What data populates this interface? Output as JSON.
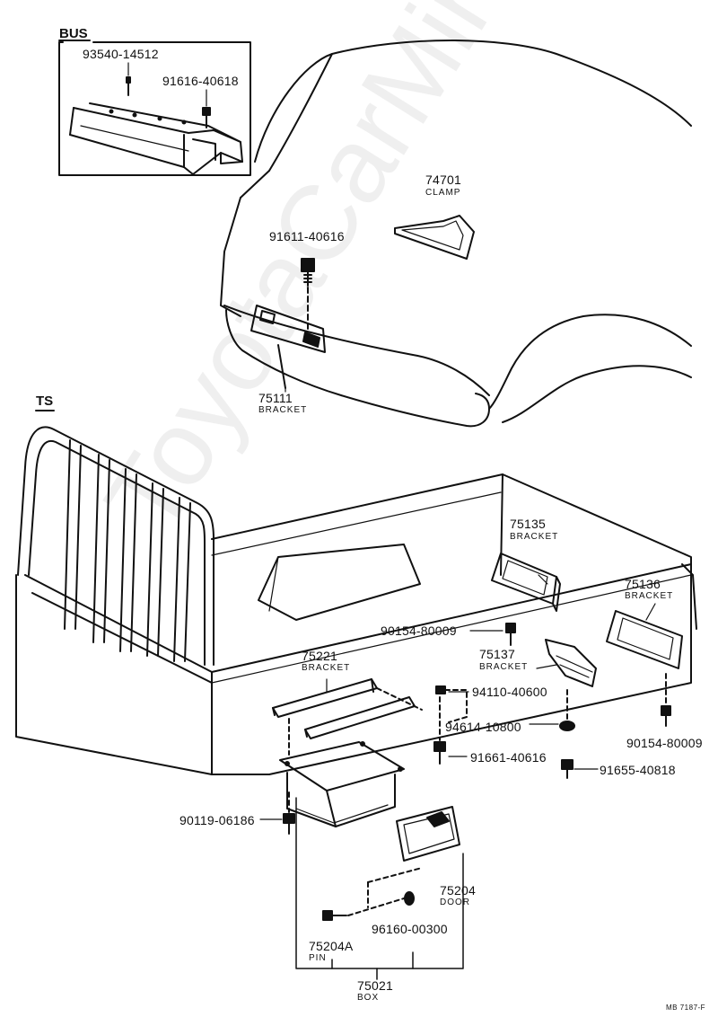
{
  "sections": {
    "bus": "BUS",
    "ts": "TS"
  },
  "parts": {
    "p93540": {
      "number": "93540-14512"
    },
    "p91616": {
      "number": "91616-40618"
    },
    "p74701": {
      "number": "74701",
      "name": "CLAMP"
    },
    "p91611": {
      "number": "91611-40616"
    },
    "p75111": {
      "number": "75111",
      "name": "BRACKET"
    },
    "p75135": {
      "number": "75135",
      "name": "BRACKET"
    },
    "p75136": {
      "number": "75136",
      "name": "BRACKET"
    },
    "p90154a": {
      "number": "90154-80009"
    },
    "p75137": {
      "number": "75137",
      "name": "BRACKET"
    },
    "p75221": {
      "number": "75221",
      "name": "BRACKET"
    },
    "p94110": {
      "number": "94110-40600"
    },
    "p94614": {
      "number": "94614-10800"
    },
    "p90154b": {
      "number": "90154-80009"
    },
    "p91661": {
      "number": "91661-40616"
    },
    "p91655": {
      "number": "91655-40818"
    },
    "p90119": {
      "number": "90119-06186"
    },
    "p75204": {
      "number": "75204",
      "name": "DOOR"
    },
    "p96160": {
      "number": "96160-00300"
    },
    "p75204A": {
      "number": "75204A",
      "name": "PIN"
    },
    "p75021": {
      "number": "75021",
      "name": "BOX"
    }
  },
  "drawing_code": "MB 7187-F",
  "watermark": "ToyotaCarMine.ru",
  "colors": {
    "ink": "#111111",
    "paper": "#ffffff"
  }
}
